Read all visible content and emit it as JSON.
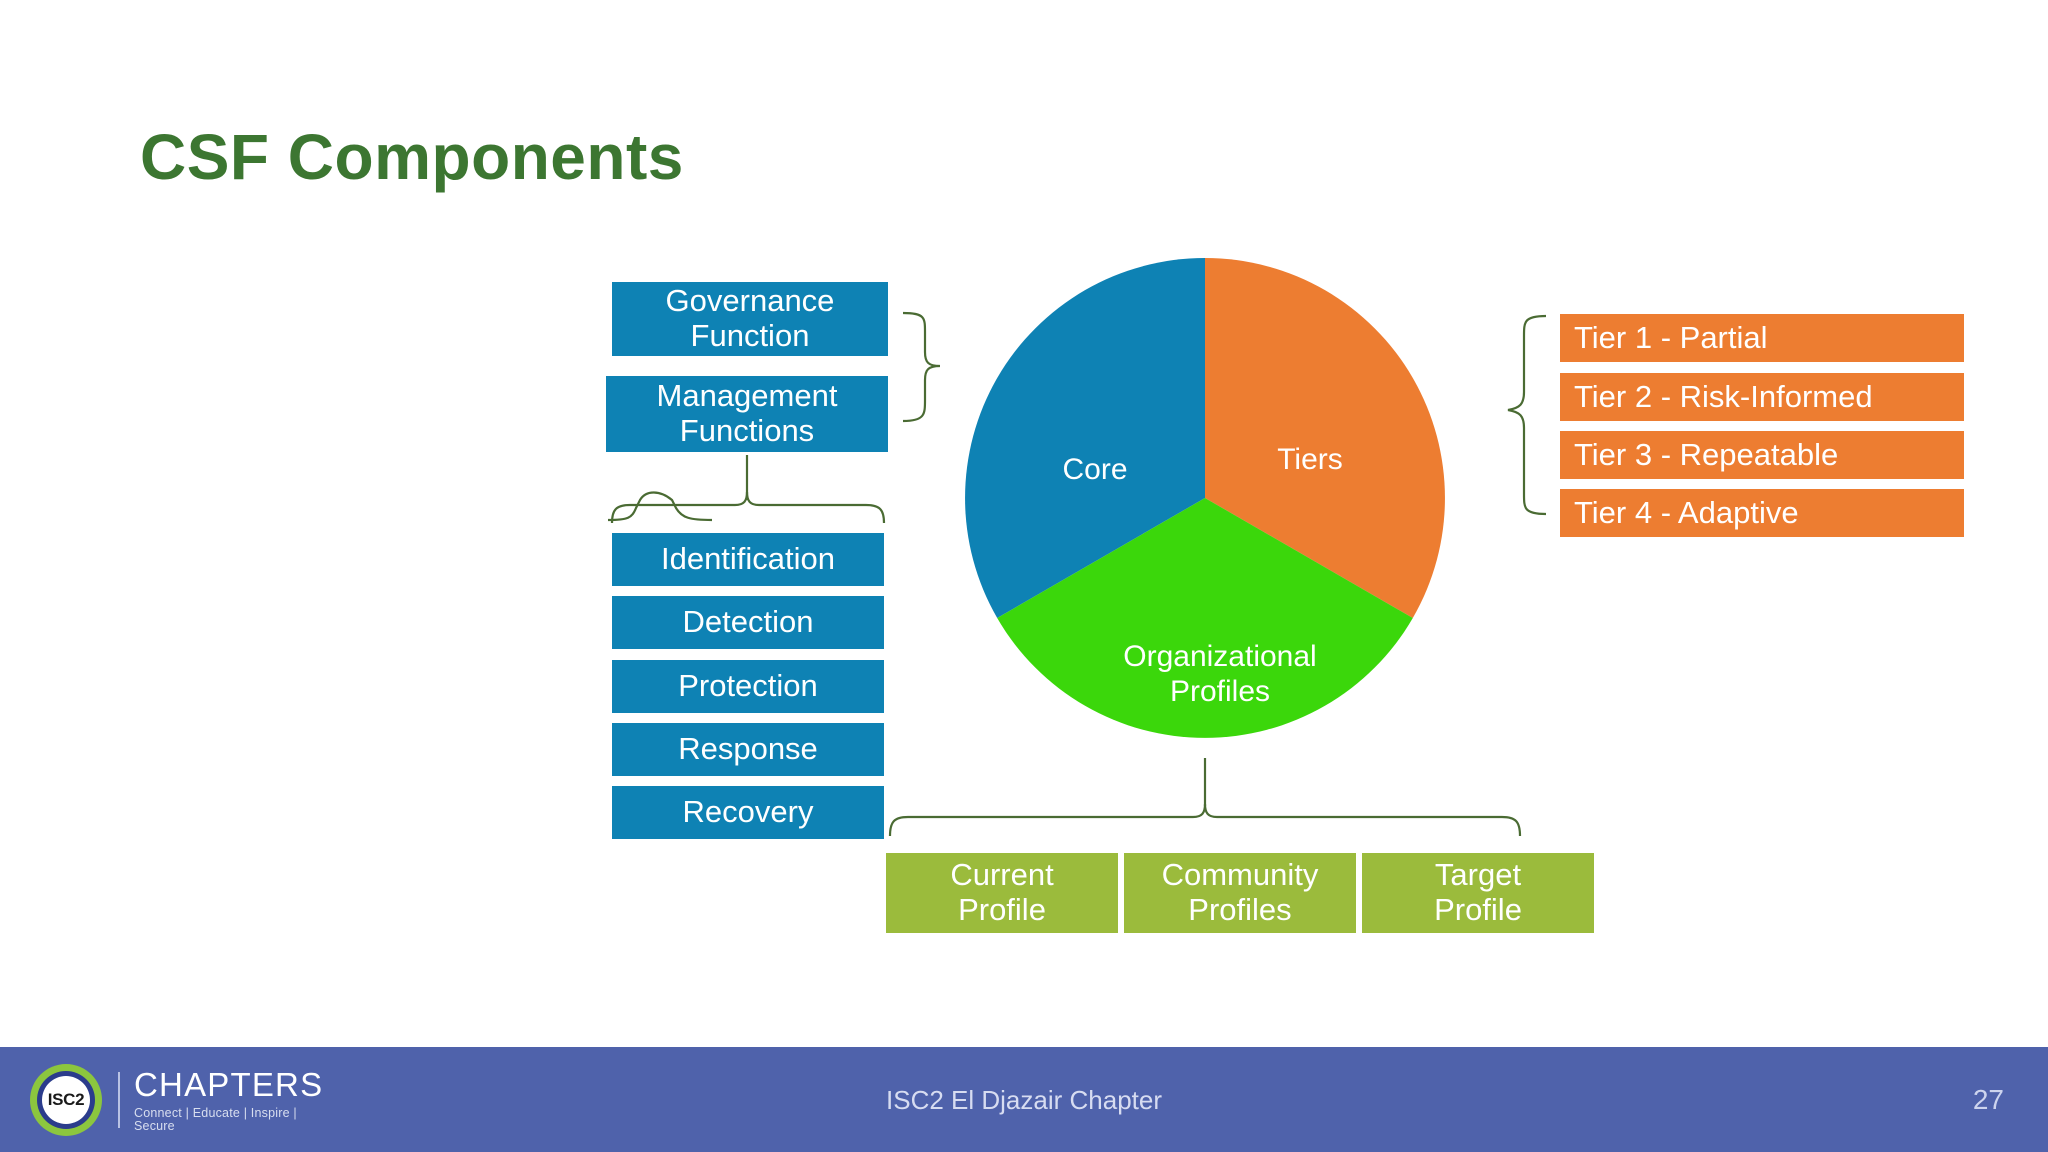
{
  "slide": {
    "title": "CSF Components",
    "title_color": "#3C7631"
  },
  "colors": {
    "blue": "#0E82B4",
    "orange": "#ED7D31",
    "bright_green": "#3BD70B",
    "olive_green": "#9BBB3C",
    "brace_green": "#4A6B33",
    "footer_blue": "#4F62AB"
  },
  "chart_data": {
    "type": "pie",
    "title": "CSF Components",
    "categories": [
      "Core",
      "Tiers",
      "Organizational Profiles"
    ],
    "values": [
      33.3,
      33.3,
      33.3
    ],
    "slice_colors": [
      "#0E82B4",
      "#ED7D31",
      "#3BD70B"
    ],
    "labels_inside": true,
    "legend": "none",
    "start_angle_deg": 0,
    "annotations": [
      "Core -> Governance Function, Management Functions -> Identification, Detection, Protection, Response, Recovery",
      "Tiers -> Tier 1 - Partial, Tier 2 - Risk-Informed, Tier 3 - Repeatable, Tier 4 - Adaptive",
      "Organizational Profiles -> Current Profile, Community Profiles, Target Profile"
    ]
  },
  "pie": {
    "core_label": "Core",
    "tiers_label": "Tiers",
    "org_profiles_label_line1": "Organizational",
    "org_profiles_label_line2": "Profiles"
  },
  "core_functions": {
    "groups": [
      {
        "id": "governance",
        "line1": "Governance",
        "line2": "Function"
      },
      {
        "id": "management",
        "line1": "Management",
        "line2": "Functions"
      }
    ],
    "functions": [
      {
        "id": "identification",
        "label": "Identification"
      },
      {
        "id": "detection",
        "label": "Detection"
      },
      {
        "id": "protection",
        "label": "Protection"
      },
      {
        "id": "response",
        "label": "Response"
      },
      {
        "id": "recovery",
        "label": "Recovery"
      }
    ]
  },
  "tiers": [
    {
      "id": "tier1",
      "label": "Tier 1 - Partial"
    },
    {
      "id": "tier2",
      "label": "Tier 2 - Risk-Informed"
    },
    {
      "id": "tier3",
      "label": "Tier 3 - Repeatable"
    },
    {
      "id": "tier4",
      "label": "Tier 4 - Adaptive"
    }
  ],
  "profiles": [
    {
      "id": "current",
      "line1": "Current",
      "line2": "Profile"
    },
    {
      "id": "community",
      "line1": "Community",
      "line2": "Profiles"
    },
    {
      "id": "target",
      "line1": "Target",
      "line2": "Profile"
    }
  ],
  "footer": {
    "logo_mark_text": "ISC2",
    "logo_word": "CHAPTERS",
    "logo_tagline": "Connect | Educate | Inspire | Secure",
    "center_text": "ISC2 El Djazair Chapter",
    "page_number": "27"
  }
}
